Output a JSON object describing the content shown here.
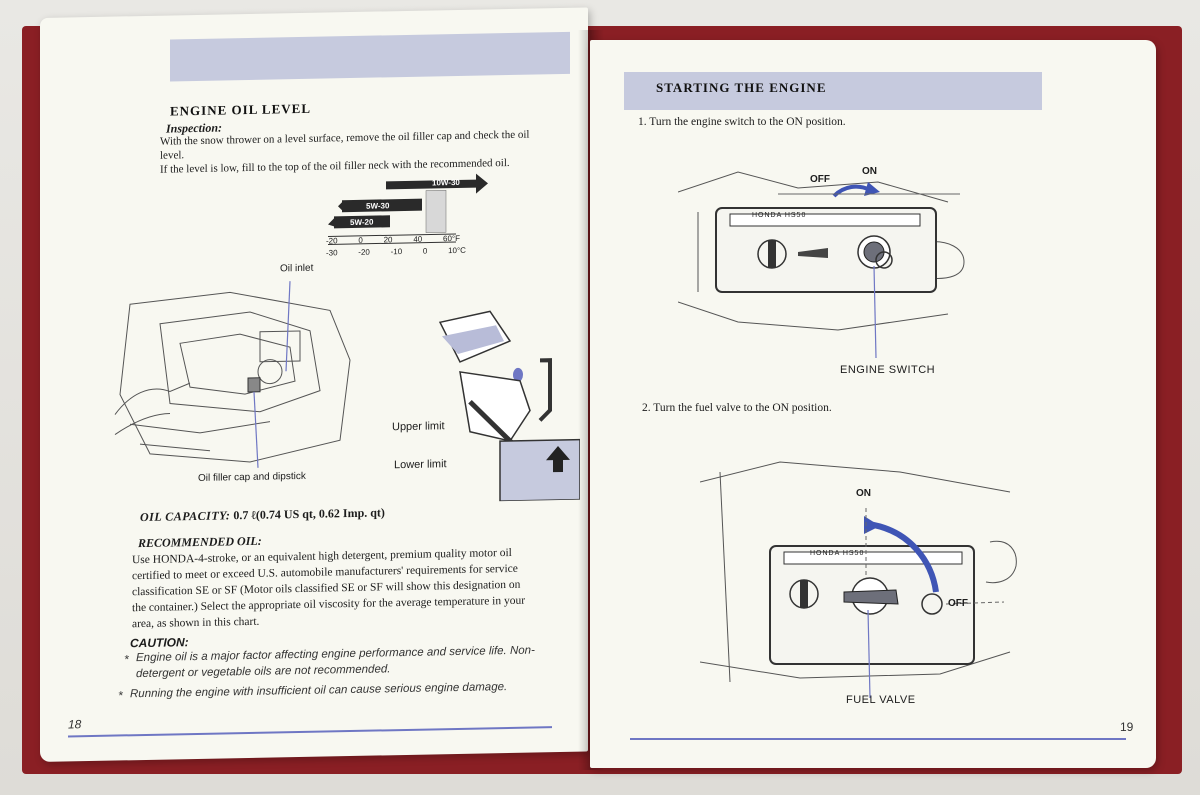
{
  "left_page": {
    "section_title": "ENGINE OIL LEVEL",
    "inspection_label": "Inspection:",
    "inspection_line1": "With the snow thrower on a level surface, remove the oil filler cap and check the oil",
    "inspection_line2": "level.",
    "inspection_line3": "If the level is low, fill to the top of the oil filler neck with the recommended oil.",
    "viscosity_chart": {
      "bars": [
        "10W-30",
        "5W-30",
        "5W-20"
      ],
      "fahrenheit_ticks": [
        "-20",
        "0",
        "20",
        "40",
        "60°F"
      ],
      "celsius_ticks": [
        "-30",
        "-20",
        "-10",
        "0",
        "10°C"
      ]
    },
    "labels": {
      "oil_inlet": "Oil inlet",
      "filler_cap": "Oil filler cap and dipstick",
      "upper_limit": "Upper limit",
      "lower_limit": "Lower limit"
    },
    "oil_capacity_label": "OIL CAPACITY:",
    "oil_capacity_value": "0.7 ℓ(0.74 US qt, 0.62 Imp. qt)",
    "recommended_title": "RECOMMENDED OIL:",
    "recommended_lines": [
      "Use HONDA-4-stroke, or an equivalent high detergent, premium quality motor oil",
      "certified to meet or exceed U.S. automobile manufacturers' requirements for service",
      "classification SE or SF (Motor oils classified SE or SF will show this designation on",
      "the container.) Select the appropriate oil viscosity for the average temperature in your",
      "area, as shown in this chart."
    ],
    "caution_title": "CAUTION:",
    "caution_items": [
      "Engine oil is a major factor affecting engine performance and service life. Non-",
      "detergent or vegetable oils are not recommended.",
      "Running the engine with insufficient oil can cause serious engine damage."
    ],
    "page_number": "18"
  },
  "right_page": {
    "section_title": "STARTING THE ENGINE",
    "step1": "1. Turn the engine switch to the ON position.",
    "step2": "2. Turn the fuel valve to the ON position.",
    "fig1": {
      "off": "OFF",
      "on": "ON",
      "caption": "ENGINE SWITCH",
      "brand": "HONDA HS50"
    },
    "fig2": {
      "on": "ON",
      "off": "OFF",
      "caption": "FUEL VALVE",
      "brand": "HONDA HS50"
    },
    "page_number": "19"
  },
  "colors": {
    "band": "#c6cade",
    "accent": "#6f77c4",
    "arrow": "#5a5fc0",
    "oil": "#b8bcd8"
  }
}
